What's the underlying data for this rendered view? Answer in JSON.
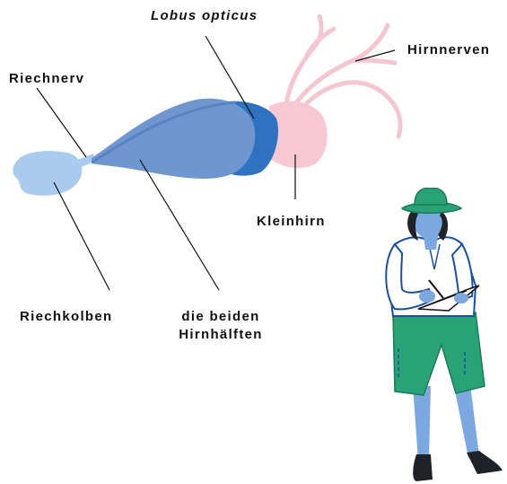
{
  "labels": {
    "lobus_opticus": "Lobus opticus",
    "hirnnerven": "Hirnnerven",
    "riechnerv": "Riechnerv",
    "kleinhirn": "Kleinhirn",
    "riechkolben": "Riechkolben",
    "hirnhaelften_line1": "die beiden",
    "hirnhaelften_line2": "Hirnhälften"
  },
  "colors": {
    "riechkolben": "#a9cbee",
    "hirnhaelften": "#6f97cf",
    "lobus_opticus": "#2f72bf",
    "kleinhirn": "#f8c8d2",
    "hirnnerven": "#f6c6d0",
    "leader_lines": "#111111",
    "explorer_skin": "#7aa8df",
    "explorer_hat": "#2aa277",
    "explorer_shorts": "#2aa277",
    "explorer_shirt": "#ffffff",
    "explorer_outline": "#1a4f9c"
  },
  "icons": {
    "explorer": "explorer-with-clipboard-illustration"
  }
}
